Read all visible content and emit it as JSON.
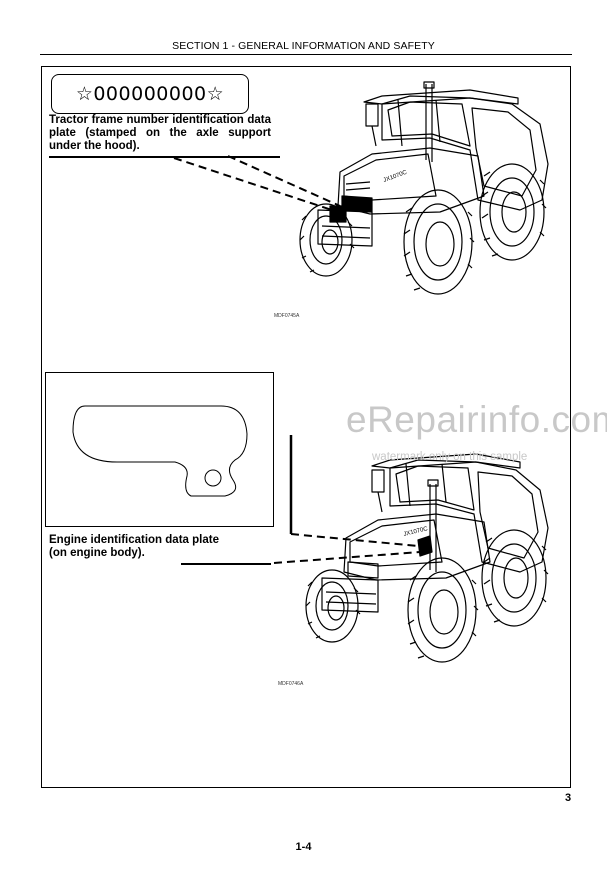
{
  "header": {
    "section_title": "SECTION 1 - GENERAL INFORMATION AND SAFETY"
  },
  "figure": {
    "serial_number": "☆000000000☆",
    "frame_plate_caption": "Tractor frame number identification data plate (stamped on the axle support under the hood).",
    "engine_plate_caption_line1": "Engine identification data plate",
    "engine_plate_caption_line2": "(on engine body).",
    "drawing_ref_top": "MDF0745A",
    "drawing_ref_bottom": "MDF0746A",
    "tractor_badge": "JX1070C",
    "figure_number": "3"
  },
  "watermark": {
    "brand": "eRepairinfo.com",
    "note": "watermark only on this sample"
  },
  "footer": {
    "page_number": "1-4"
  }
}
